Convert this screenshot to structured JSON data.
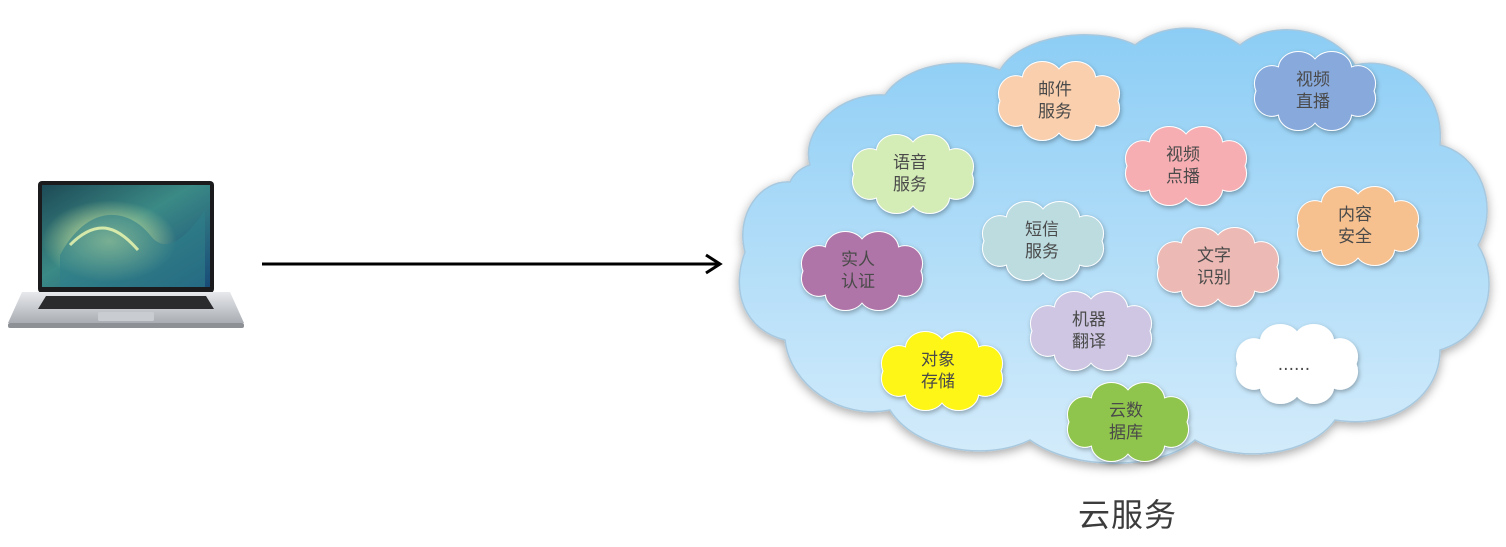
{
  "caption": "云服务",
  "services": [
    {
      "id": "mail",
      "lines": [
        "邮件",
        "服务"
      ],
      "color": "#f9cfae"
    },
    {
      "id": "video-live",
      "lines": [
        "视频",
        "直播"
      ],
      "color": "#87a9dc"
    },
    {
      "id": "voice",
      "lines": [
        "语音",
        "服务"
      ],
      "color": "#d4ecb6"
    },
    {
      "id": "vod",
      "lines": [
        "视频",
        "点播"
      ],
      "color": "#f7aeb2"
    },
    {
      "id": "sms",
      "lines": [
        "短信",
        "服务"
      ],
      "color": "#bcdce0"
    },
    {
      "id": "content-safety",
      "lines": [
        "内容",
        "安全"
      ],
      "color": "#f6c08f"
    },
    {
      "id": "real-name",
      "lines": [
        "实人",
        "认证"
      ],
      "color": "#b075a8"
    },
    {
      "id": "ocr",
      "lines": [
        "文字",
        "识别"
      ],
      "color": "#ecb9b4"
    },
    {
      "id": "mt",
      "lines": [
        "机器",
        "翻译"
      ],
      "color": "#cec6e2"
    },
    {
      "id": "object-storage",
      "lines": [
        "对象",
        "存储"
      ],
      "color": "#fdf614"
    },
    {
      "id": "more",
      "lines": [
        "......"
      ],
      "color": "#ffffff"
    },
    {
      "id": "cloud-db",
      "lines": [
        "云数",
        "据库"
      ],
      "color": "#90c54d"
    }
  ]
}
